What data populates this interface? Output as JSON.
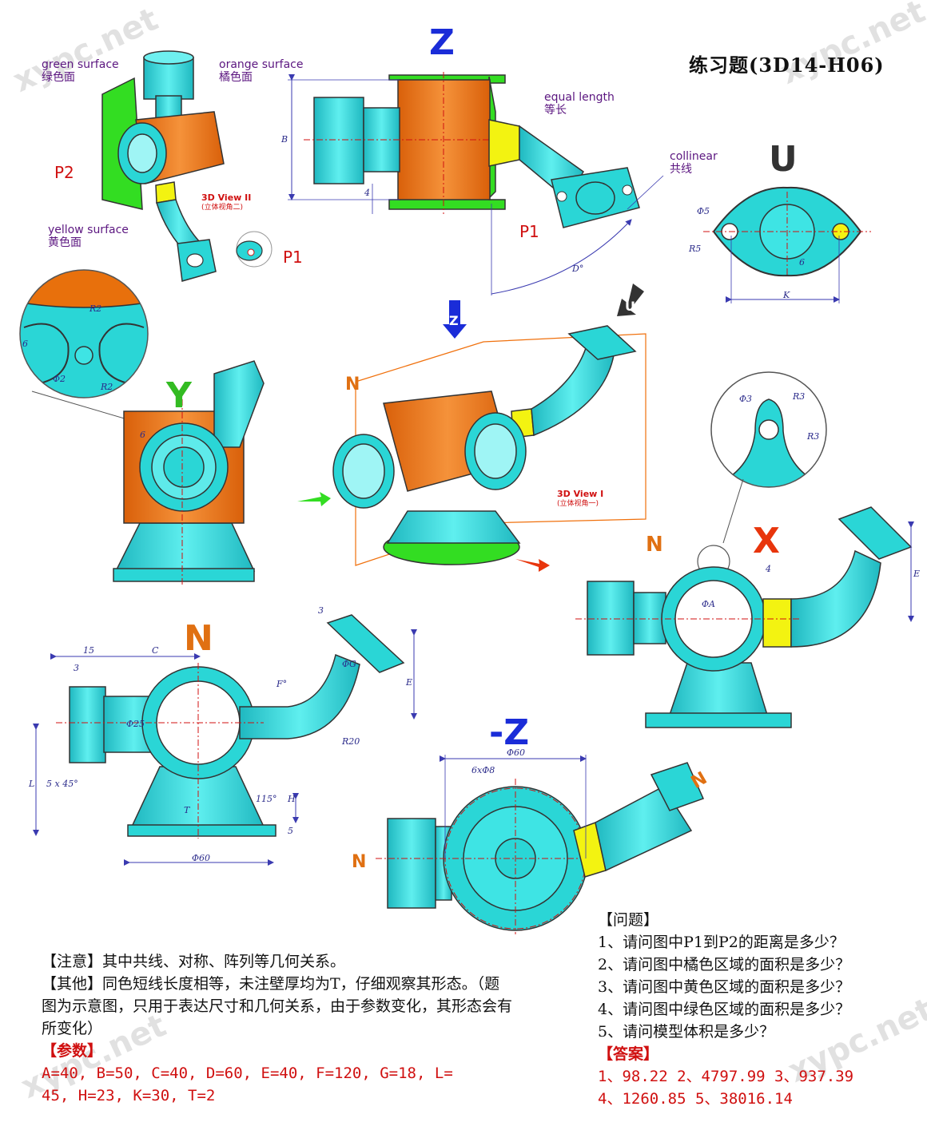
{
  "header": {
    "title": "练习题(3D14-H06)"
  },
  "watermark": "xypc.net",
  "view_labels": {
    "z": "Z",
    "u": "U",
    "y": "Y",
    "x": "X",
    "n": "N",
    "minus_z": "-Z"
  },
  "callouts": {
    "green_en": "green surface",
    "green_cn": "绿色面",
    "orange_en": "orange surface",
    "orange_cn": "橘色面",
    "yellow_en": "yellow surface",
    "yellow_cn": "黄色面",
    "equal_en": "equal length",
    "equal_cn": "等长",
    "collinear_en": "collinear",
    "collinear_cn": "共线"
  },
  "points": {
    "p1": "P1",
    "p2": "P2"
  },
  "views3d": {
    "v2_en": "3D View II",
    "v2_cn": "(立体视角二)",
    "v1_en": "3D View I",
    "v1_cn": "(立体视角一)"
  },
  "dims": {
    "b": "B",
    "four": "4",
    "d_deg": "D°",
    "phi5": "Φ5",
    "r5": "R5",
    "six": "6",
    "k": "K",
    "r2": "R2",
    "phi2": "Φ2",
    "phi3": "Φ3",
    "r3": "R3",
    "phia": "ΦA",
    "e": "E",
    "fifteen": "15",
    "three": "3",
    "c": "C",
    "phig": "ΦG",
    "f_deg": "F°",
    "phi25": "Φ25",
    "r20": "R20",
    "l": "L",
    "chamfer": "5 x 45°",
    "t": "T",
    "deg115": "115°",
    "h": "H",
    "five": "5",
    "phi60": "Φ60",
    "holes": "6xΦ8"
  },
  "notes": {
    "attention": "【注意】其中共线、对称、阵列等几何关系。",
    "other": "【其他】同色短线长度相等，未注壁厚均为T，仔细观察其形态。（题图为示意图，只用于表达尺寸和几何关系，由于参数变化，其形态会有所变化）",
    "params_title": "【参数】",
    "params_line1": "A=40, B=50, C=40, D=60, E=40, F=120, G=18, L=",
    "params_line2": "45, H=23, K=30, T=2"
  },
  "questions": {
    "title": "【问题】",
    "items": [
      "1、请问图中P1到P2的距离是多少？",
      "2、请问图中橘色区域的面积是多少？",
      "3、请问图中黄色区域的面积是多少？",
      "4、请问图中绿色区域的面积是多少？",
      "5、请问模型体积是多少？"
    ]
  },
  "answers": {
    "title": "【答案】",
    "line1": "1、98.22 2、4797.99 3、937.39",
    "line2": "4、1260.85  5、38016.14"
  },
  "colors": {
    "cyan": "#2ad6d6",
    "orange": "#e8700c",
    "yellow": "#f3f311",
    "green": "#33dd22",
    "blue": "#1a2cd8",
    "red": "#e8350c",
    "dark": "#333333"
  }
}
